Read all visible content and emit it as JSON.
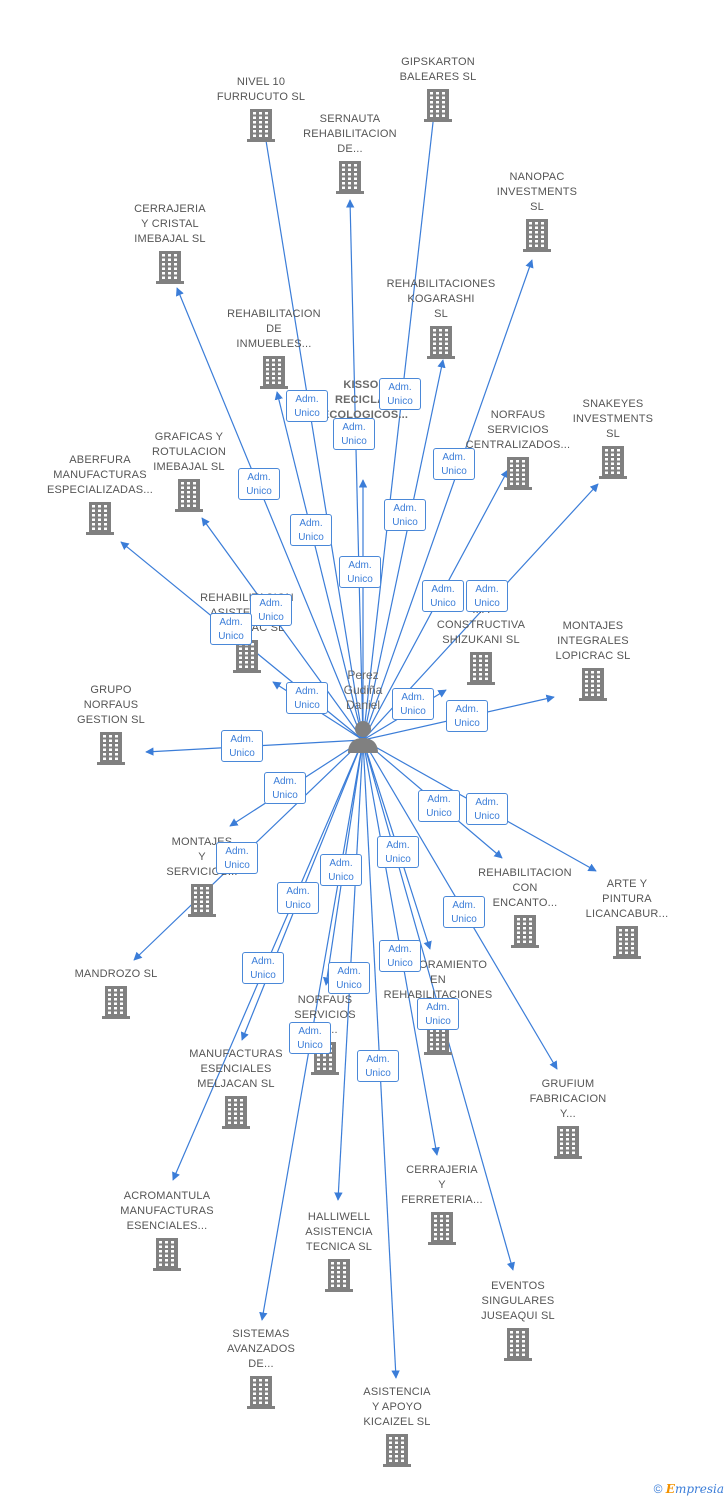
{
  "center": {
    "name": "Perez\nGudiña\nDaniel"
  },
  "highlight_node": {
    "name": "KISSOR\nRECICLA...\nECOLOGICOS..."
  },
  "companies": [
    {
      "name": "GIPSKARTON\nBALEARES  SL"
    },
    {
      "name": "NIVEL 10\nFURRUCUTO SL"
    },
    {
      "name": "SERNAUTA\nREHABILITACION\nDE..."
    },
    {
      "name": "NANOPAC\nINVESTMENTS\nSL"
    },
    {
      "name": "CERRAJERIA\nY CRISTAL\nIMEBAJAL  SL"
    },
    {
      "name": "REHABILITACIONES\nKOGARASHI\nSL"
    },
    {
      "name": "REHABILITACION\nDE\nINMUEBLES..."
    },
    {
      "name": "NORFAUS\nSERVICIOS\nCENTRALIZADOS..."
    },
    {
      "name": "SNAKEYES\nINVESTMENTS\nSL"
    },
    {
      "name": "GRAFICAS Y\nROTULACION\nIMEBAJAL  SL"
    },
    {
      "name": "ABERFURA\nMANUFACTURAS\nESPECIALIZADAS..."
    },
    {
      "name": "REHABILITACION\nASISTENCIAL\nLOPICRAC  SL"
    },
    {
      "name": "...A\nCONSTRUCTIVA\nSHIZUKANI  SL"
    },
    {
      "name": "MONTAJES\nINTEGRALES\nLOPICRAC  SL"
    },
    {
      "name": "GRUPO\nNORFAUS\nGESTION  SL"
    },
    {
      "name": "MONTAJES\nY\nSERVICIOS..."
    },
    {
      "name": "REHABILITACION\nCON\nENCANTO..."
    },
    {
      "name": "ARTE Y\nPINTURA\nLICANCABUR..."
    },
    {
      "name": "MANDROZO  SL"
    },
    {
      "name": "ASESORAMIENTO\nEN\nREHABILITACIONES\nSL"
    },
    {
      "name": "NORFAUS\nSERVICIOS\nDE..."
    },
    {
      "name": "MANUFACTURAS\nESENCIALES\nMELJACAN  SL"
    },
    {
      "name": "GRUFIUM\nFABRICACION\nY..."
    },
    {
      "name": "CERRAJERIA\nY\nFERRETERIA..."
    },
    {
      "name": "ACROMANTULA\nMANUFACTURAS\nESENCIALES..."
    },
    {
      "name": "HALLIWELL\nASISTENCIA\nTECNICA  SL"
    },
    {
      "name": "EVENTOS\nSINGULARES\nJUSEAQUI  SL"
    },
    {
      "name": "SISTEMAS\nAVANZADOS\nDE..."
    },
    {
      "name": "ASISTENCIA\nY APOYO\nKICAIZEL  SL"
    }
  ],
  "relation_label": "Adm.\nUnico",
  "footer": {
    "copyright": "©",
    "brand_prefix": "",
    "brand_e": "E",
    "brand_rest": "mpresia"
  },
  "colors": {
    "edge": "#3b7dd8",
    "building": "#808080",
    "highlight_building": "#e8552a",
    "badge_border": "#4a88d8"
  }
}
